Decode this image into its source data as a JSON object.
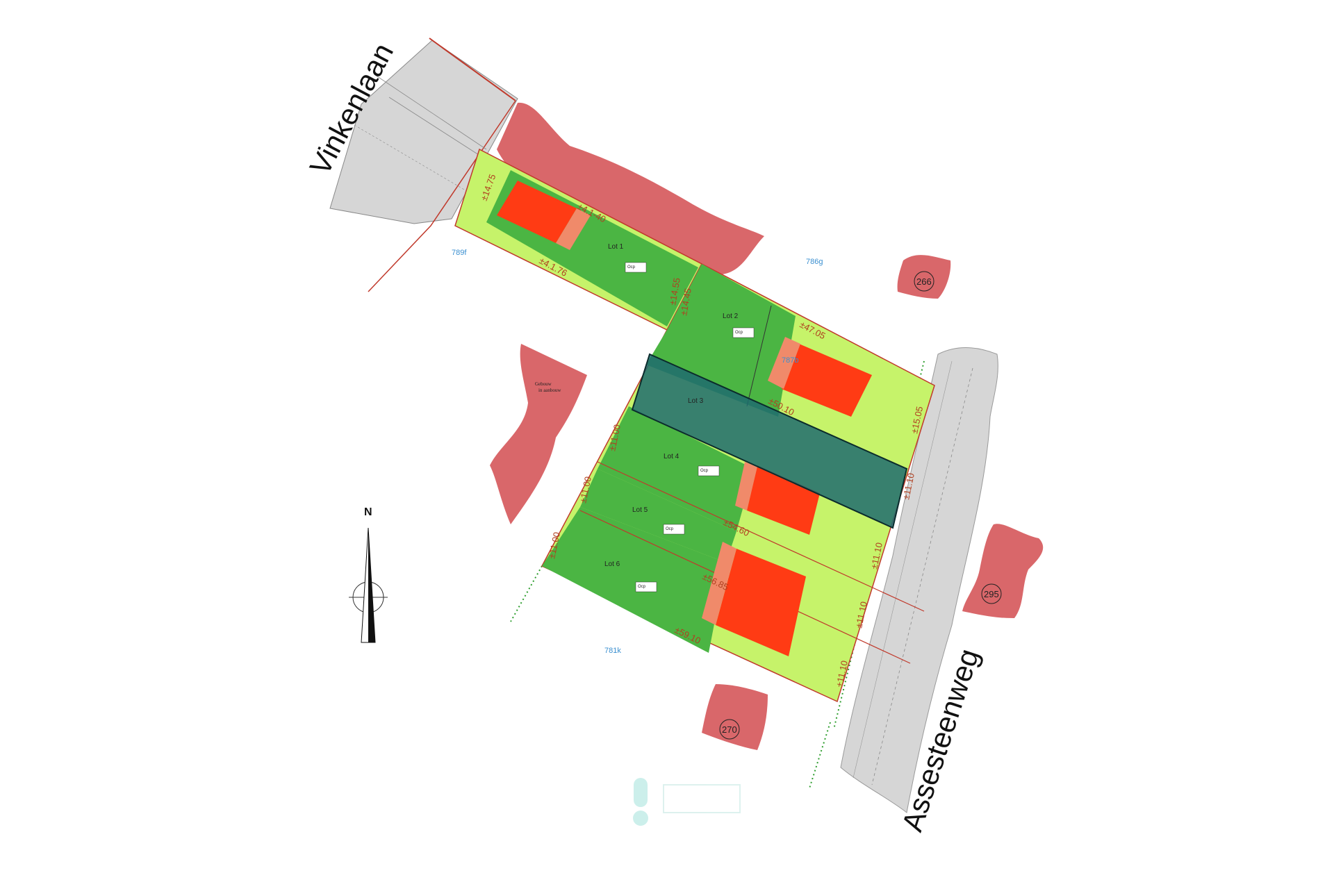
{
  "roads": {
    "vinkenlaan": "Vinkenlaan",
    "assesteenweg": "Assesteenweg"
  },
  "north": "N",
  "lots": [
    "Lot 1",
    "Lot 2",
    "Lot 3",
    "Lot 4",
    "Lot 5",
    "Lot 6"
  ],
  "ocp_label": "Ocp",
  "parcels": [
    "789f",
    "786g",
    "787b",
    "781k"
  ],
  "house_numbers": [
    "266",
    "295",
    "270"
  ],
  "note": [
    "Gebouw",
    "in aanbouw"
  ],
  "dimensions": {
    "lot1_front": "±14.75",
    "lot1_top": "±4.1-40",
    "lot1_bottom": "±4.1.76",
    "lot2_w1": "±14.55",
    "lot2_w2": "±14.45",
    "lot2_top": "±47.05",
    "lot3_top": "±50.10",
    "right_15": "±15.05",
    "lot4_front": "±11.00",
    "lot4_mid": "±54.60",
    "lot5_front": "±11.00",
    "lot5_mid": "±56.85",
    "lot6_front": "±11.00",
    "lot6_bottom": "±59.10",
    "right_a": "±11.10",
    "right_b": "±11.10",
    "right_c": "±11.10",
    "right_d": "±11.10"
  },
  "colors": {
    "lot_green": "#4bb543",
    "garden_light": "#c6f36a",
    "building_red": "#ff3b14",
    "annex_salmon": "#f08a6a",
    "neighbour_red": "#d9676a",
    "road_grey": "#d6d6d6",
    "lot3_teal": "#1e6b6e",
    "boundary": "#c0392b"
  }
}
